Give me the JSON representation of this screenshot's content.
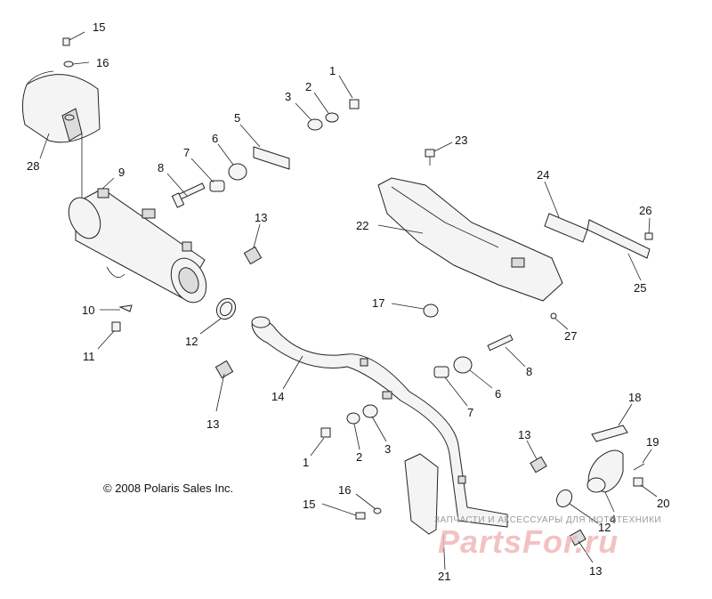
{
  "copyright": "© 2008 Polaris Sales Inc.",
  "watermark": {
    "caption": "ЗАПЧАСТИ И АКСЕССУАРЫ ДЛЯ МОТОТЕХНИКИ",
    "logo": "PartsFor.ru"
  },
  "callouts": {
    "c15a": "15",
    "c16a": "16",
    "c1a": "1",
    "c2a": "2",
    "c3a": "3",
    "c5": "5",
    "c6a": "6",
    "c7a": "7",
    "c8a": "8",
    "c9": "9",
    "c13a": "13",
    "c23": "23",
    "c24": "24",
    "c26": "26",
    "c22": "22",
    "c25": "25",
    "c17": "17",
    "c27": "27",
    "c28": "28",
    "c10": "10",
    "c11": "11",
    "c12a": "12",
    "c13b": "13",
    "c14": "14",
    "c8b": "8",
    "c6b": "6",
    "c7b": "7",
    "c18": "18",
    "c19": "19",
    "c13c": "13",
    "c1b": "1",
    "c2b": "2",
    "c3b": "3",
    "c20": "20",
    "c4": "4",
    "c16b": "16",
    "c15b": "15",
    "c12b": "12",
    "c13d": "13",
    "c21": "21"
  }
}
